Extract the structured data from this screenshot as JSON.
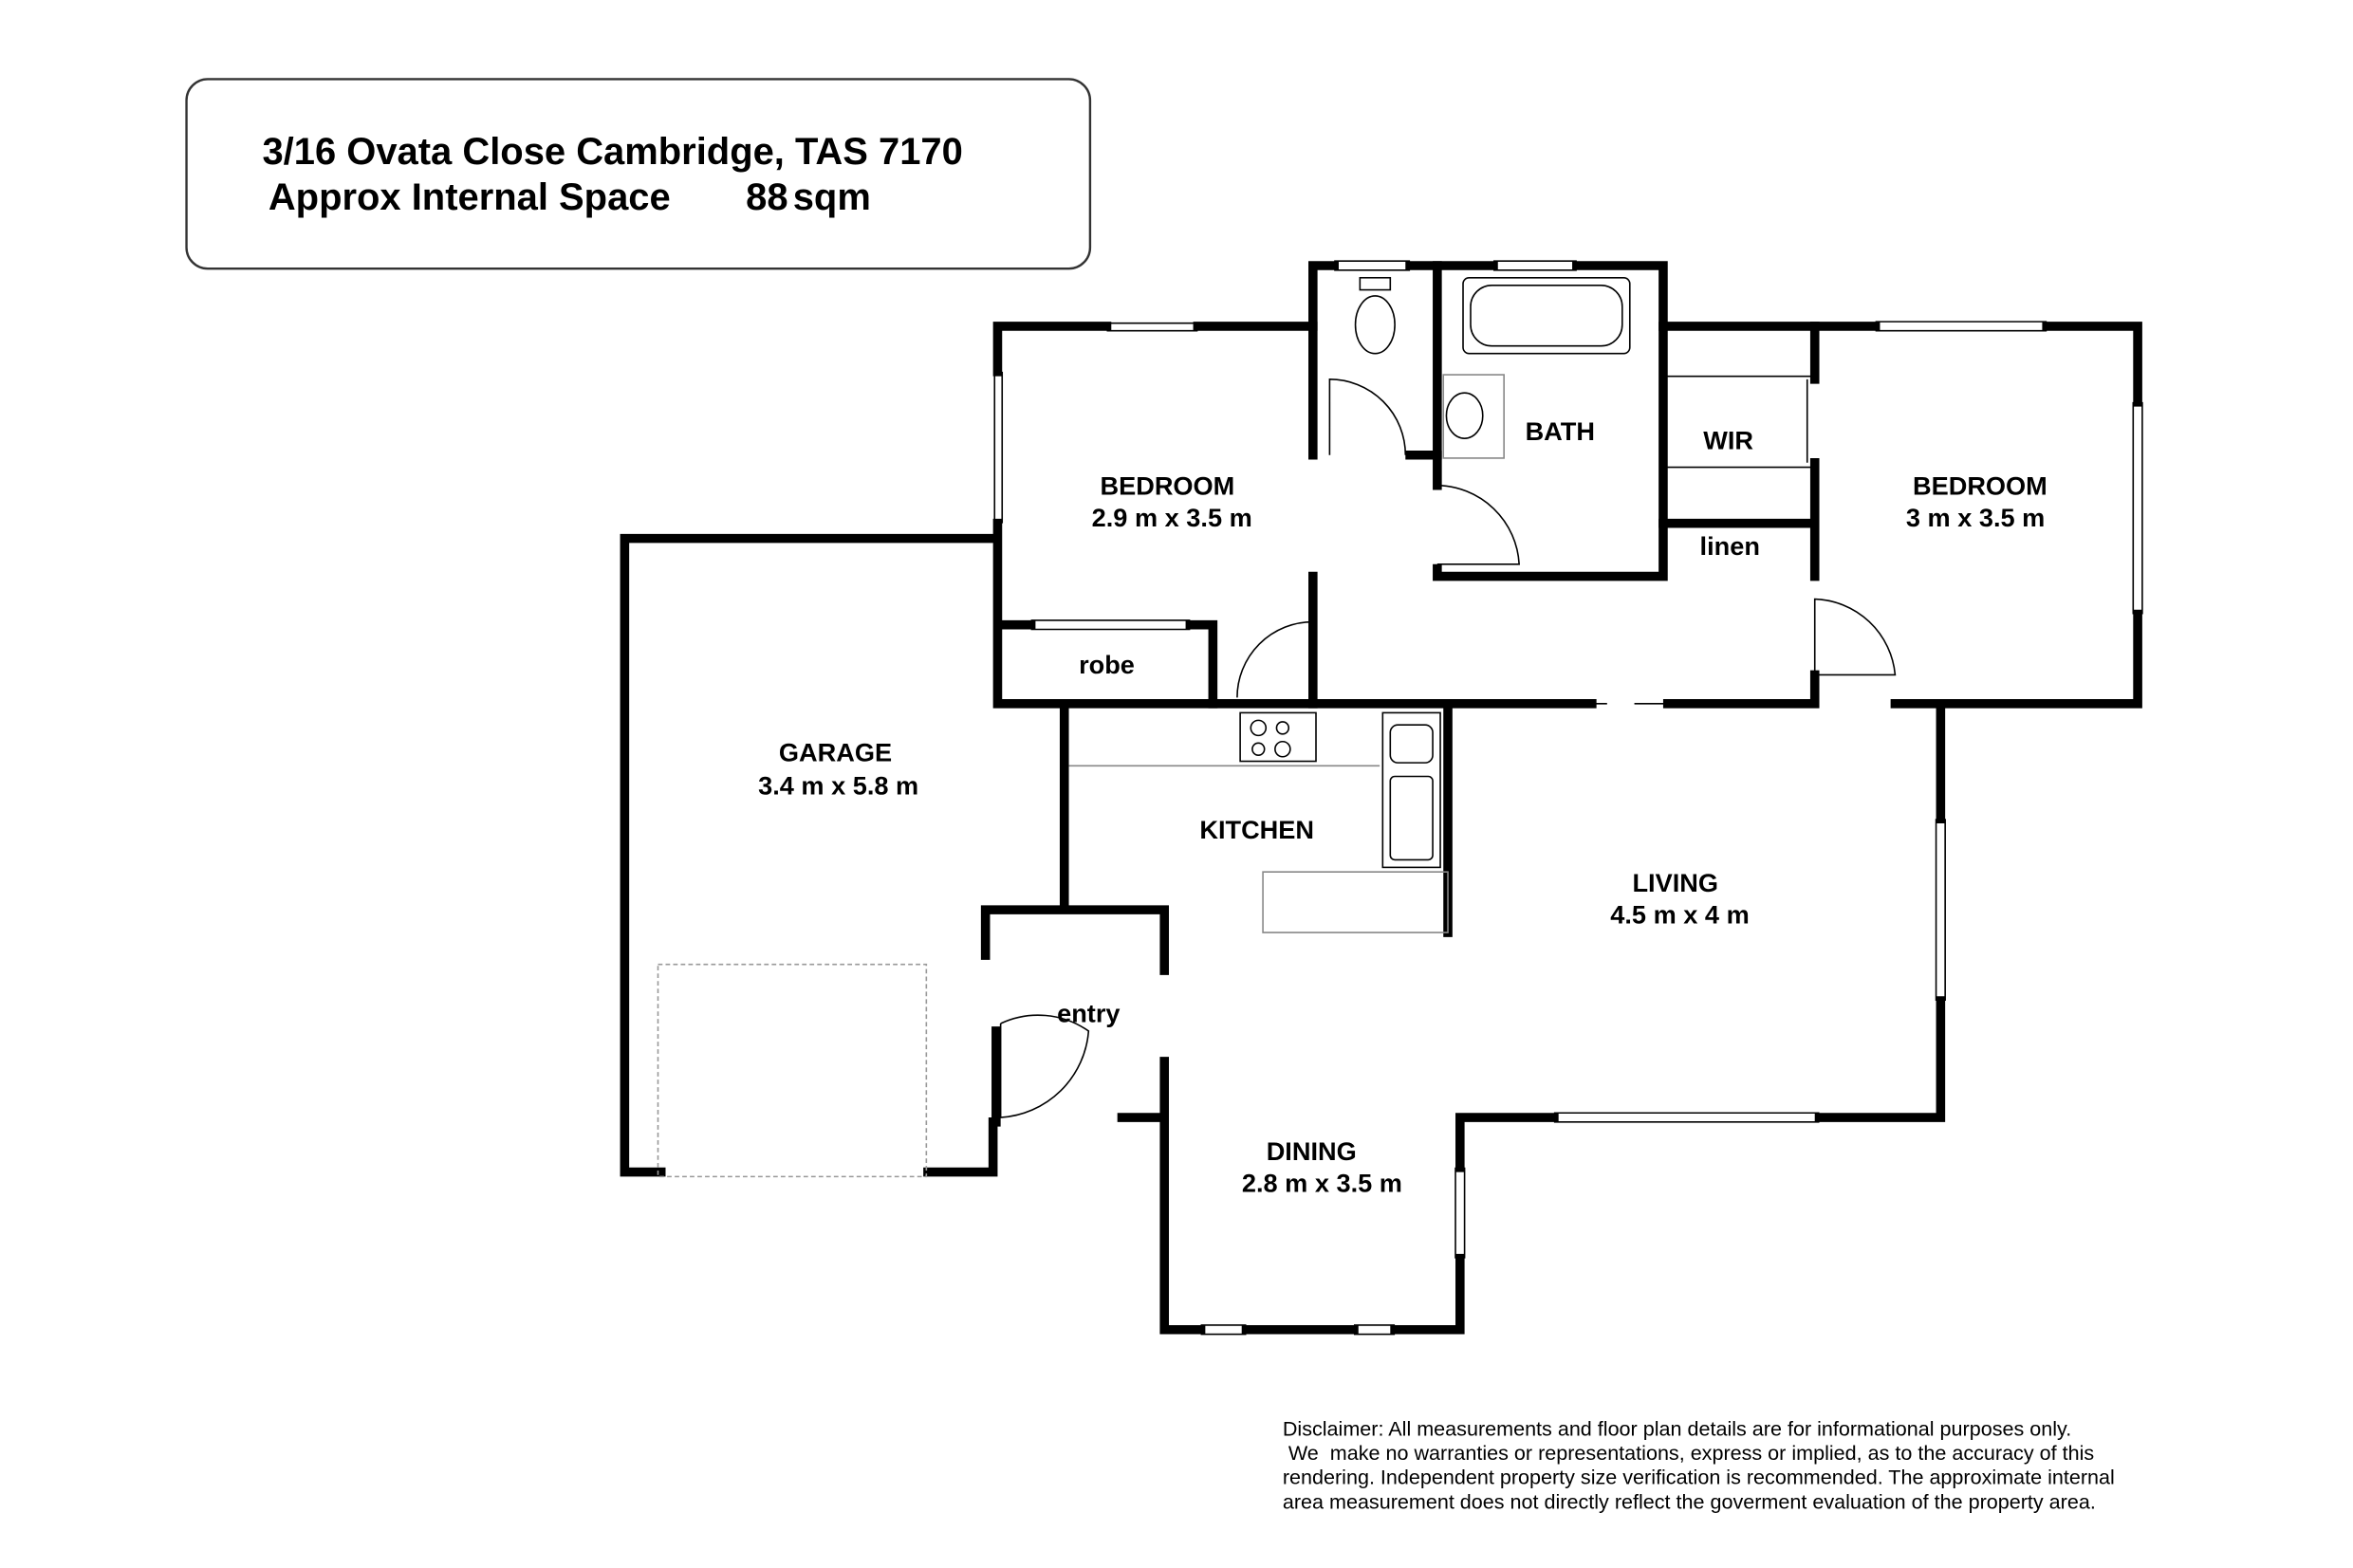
{
  "header": {
    "address": "3/16 Ovata Close Cambridge, TAS 7170",
    "space_label": "Approx Internal Space",
    "space_value": "88",
    "space_unit": "sqm"
  },
  "rooms": {
    "bedroom1": {
      "name": "BEDROOM",
      "size": "2.9 m x 3.5 m"
    },
    "robe": {
      "name": "robe"
    },
    "bath": {
      "name": "BATH"
    },
    "wir": {
      "name": "WIR"
    },
    "linen": {
      "name": "linen"
    },
    "bedroom2": {
      "name": "BEDROOM",
      "size": "3 m x 3.5 m"
    },
    "garage": {
      "name": "GARAGE",
      "size": "3.4 m x 5.8 m"
    },
    "kitchen": {
      "name": "KITCHEN"
    },
    "living": {
      "name": "LIVING",
      "size": "4.5 m x 4 m"
    },
    "entry": {
      "name": "entry"
    },
    "dining": {
      "name": "DINING",
      "size": "2.8 m x 3.5  m"
    }
  },
  "disclaimer": [
    "Disclaimer: All measurements and floor plan details are for informational purposes only.",
    " We  make no warranties or representations, express or implied, as to the accuracy of this",
    "rendering. Independent property size verification is recommended. The approximate internal",
    "area measurement does not directly reflect the goverment evaluation of the property area."
  ]
}
